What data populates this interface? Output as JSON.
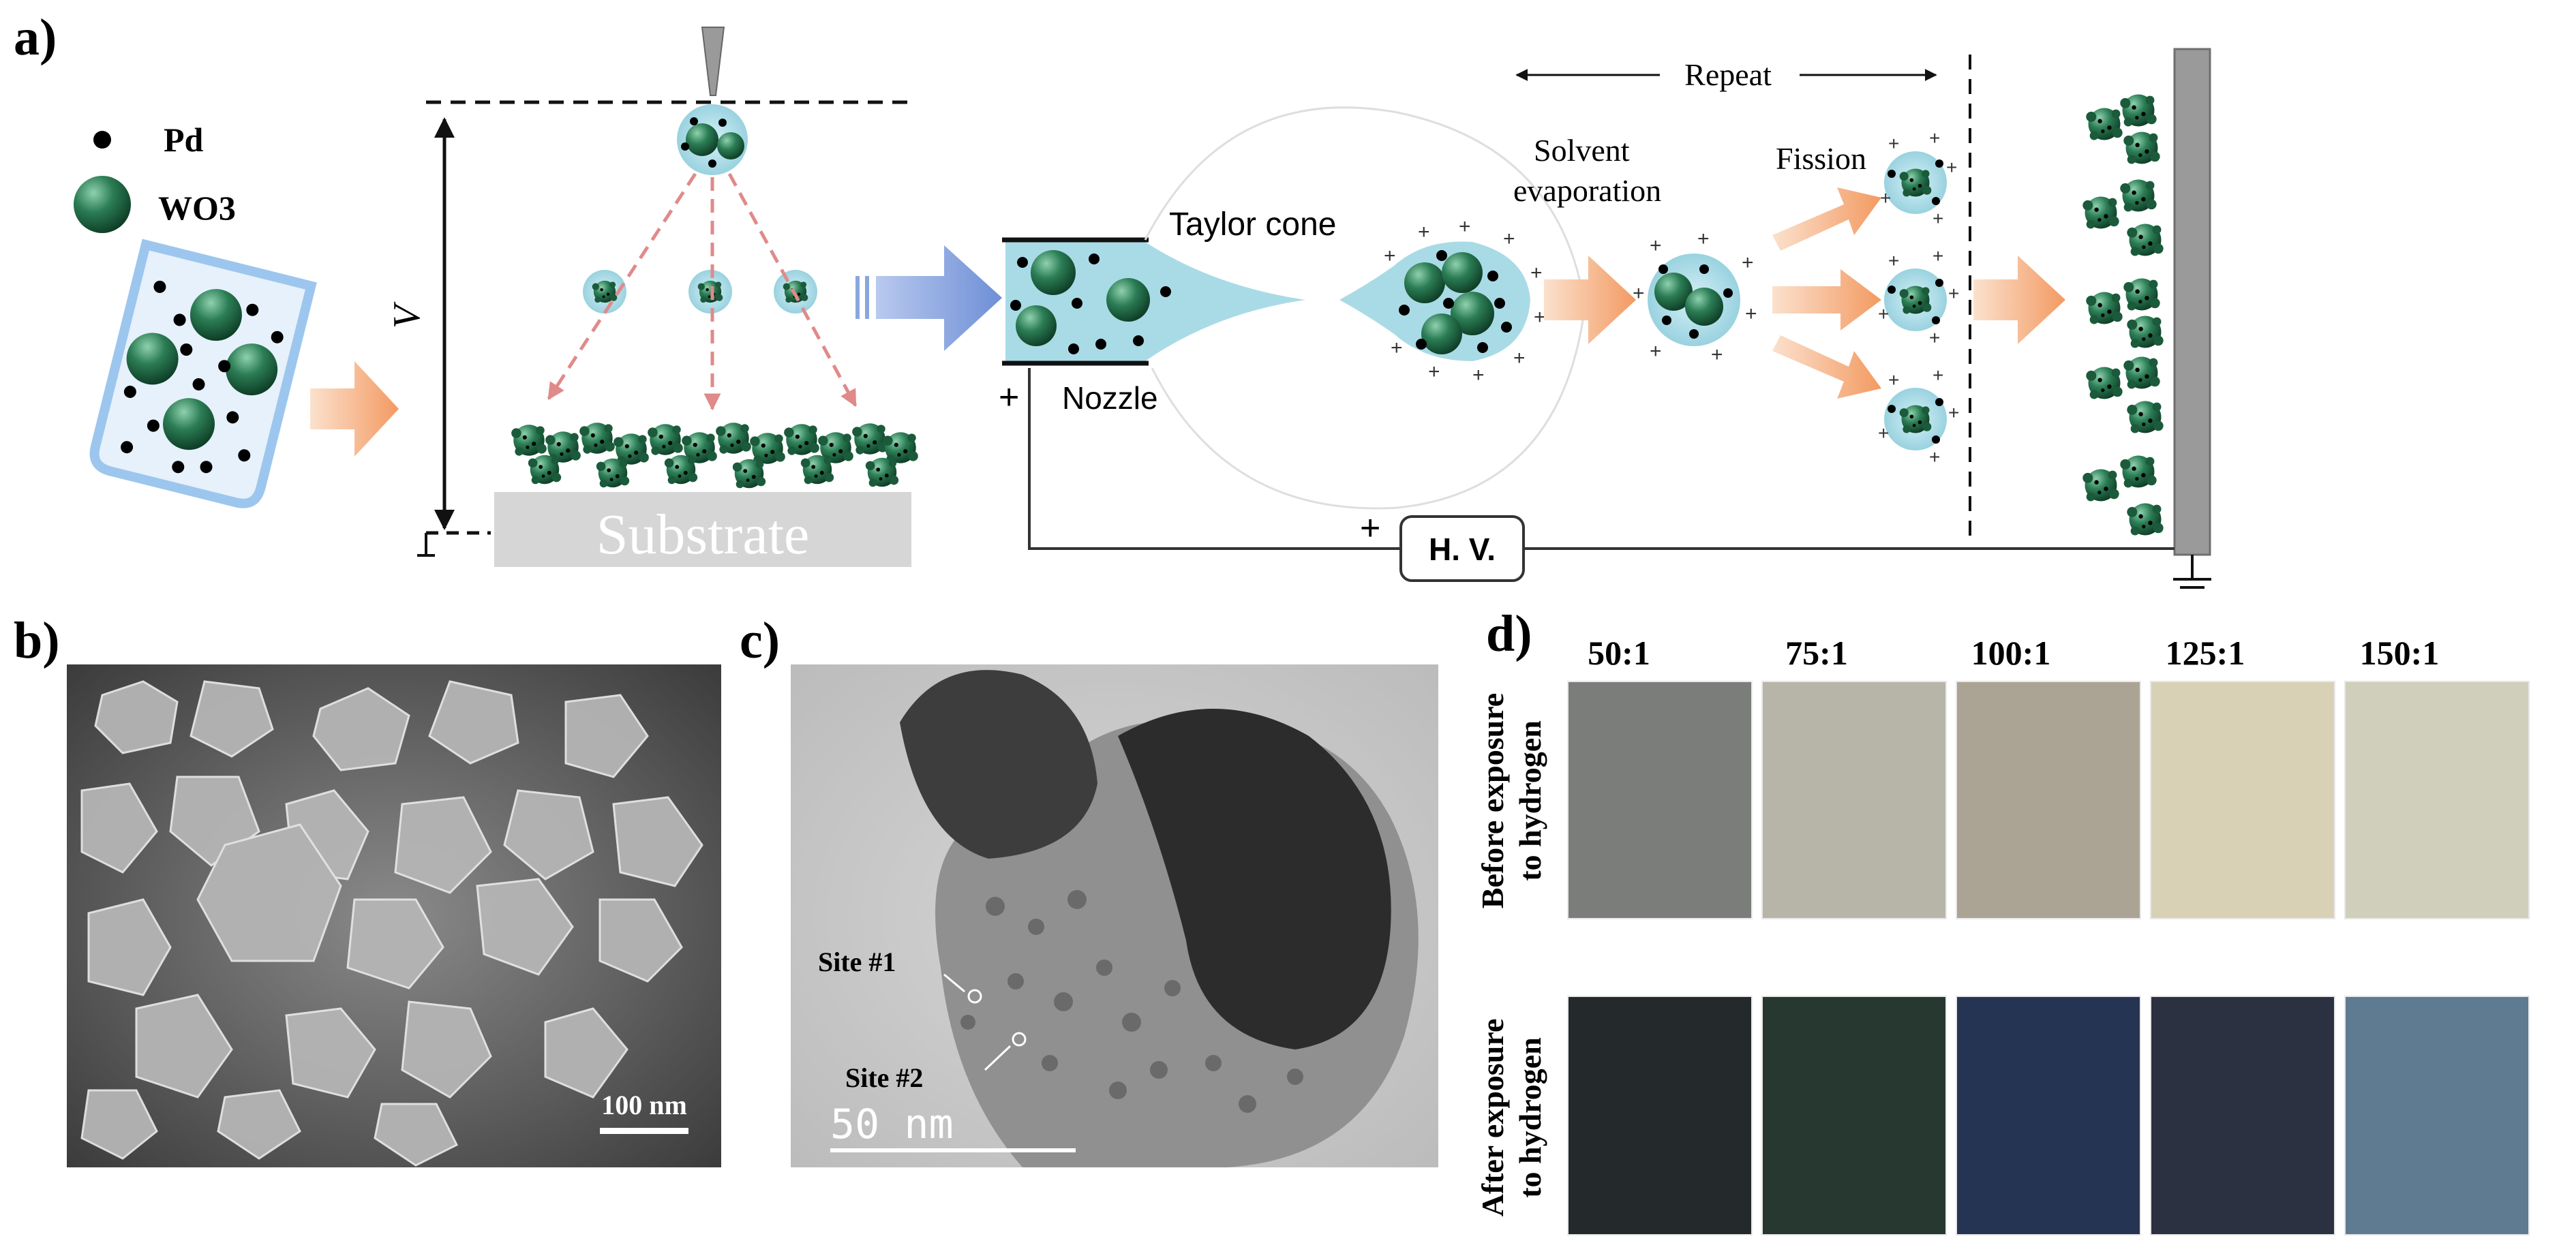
{
  "panels": {
    "a": {
      "label": "a)",
      "legend": {
        "pd_label": "Pd",
        "wo3_label": "WO3"
      },
      "height_label": "V",
      "substrate_label": "Substrate",
      "taylor_cone_label": "Taylor cone",
      "nozzle_label": "Nozzle",
      "solvent_evaporation_line1": "Solvent",
      "solvent_evaporation_line2": "evaporation",
      "fission_label": "Fission",
      "repeat_label": "Repeat",
      "hv_label": "H. V.",
      "plus_sign": "+"
    },
    "b": {
      "label": "b)",
      "scale_bar": "100 nm"
    },
    "c": {
      "label": "c)",
      "site1": "Site #1",
      "site2": "Site #2",
      "scale_bar": "50 nm"
    },
    "d": {
      "label": "d)",
      "ratios": [
        "50:1",
        "75:1",
        "100:1",
        "125:1",
        "150:1"
      ],
      "row_labels": {
        "before_line1": "Before exposure",
        "before_line2": "to hydrogen",
        "after_line1": "After exposure",
        "after_line2": "to hydrogen"
      },
      "before_colors": [
        "#7a7d79",
        "#b7b5a8",
        "#aba394",
        "#d8d1b6",
        "#cfcfbb"
      ],
      "after_colors": [
        "#24292b",
        "#263830",
        "#263453",
        "#2b3140",
        "#5f7b92"
      ]
    }
  },
  "colors": {
    "wo3_sphere": "#1f6a46",
    "droplet": "#a9dbe6",
    "arrow_orange": "#f4a06c",
    "arrow_blue": "#8aa7dc",
    "trajectory": "#e08a8a",
    "substrate": "#d6d6d6"
  }
}
